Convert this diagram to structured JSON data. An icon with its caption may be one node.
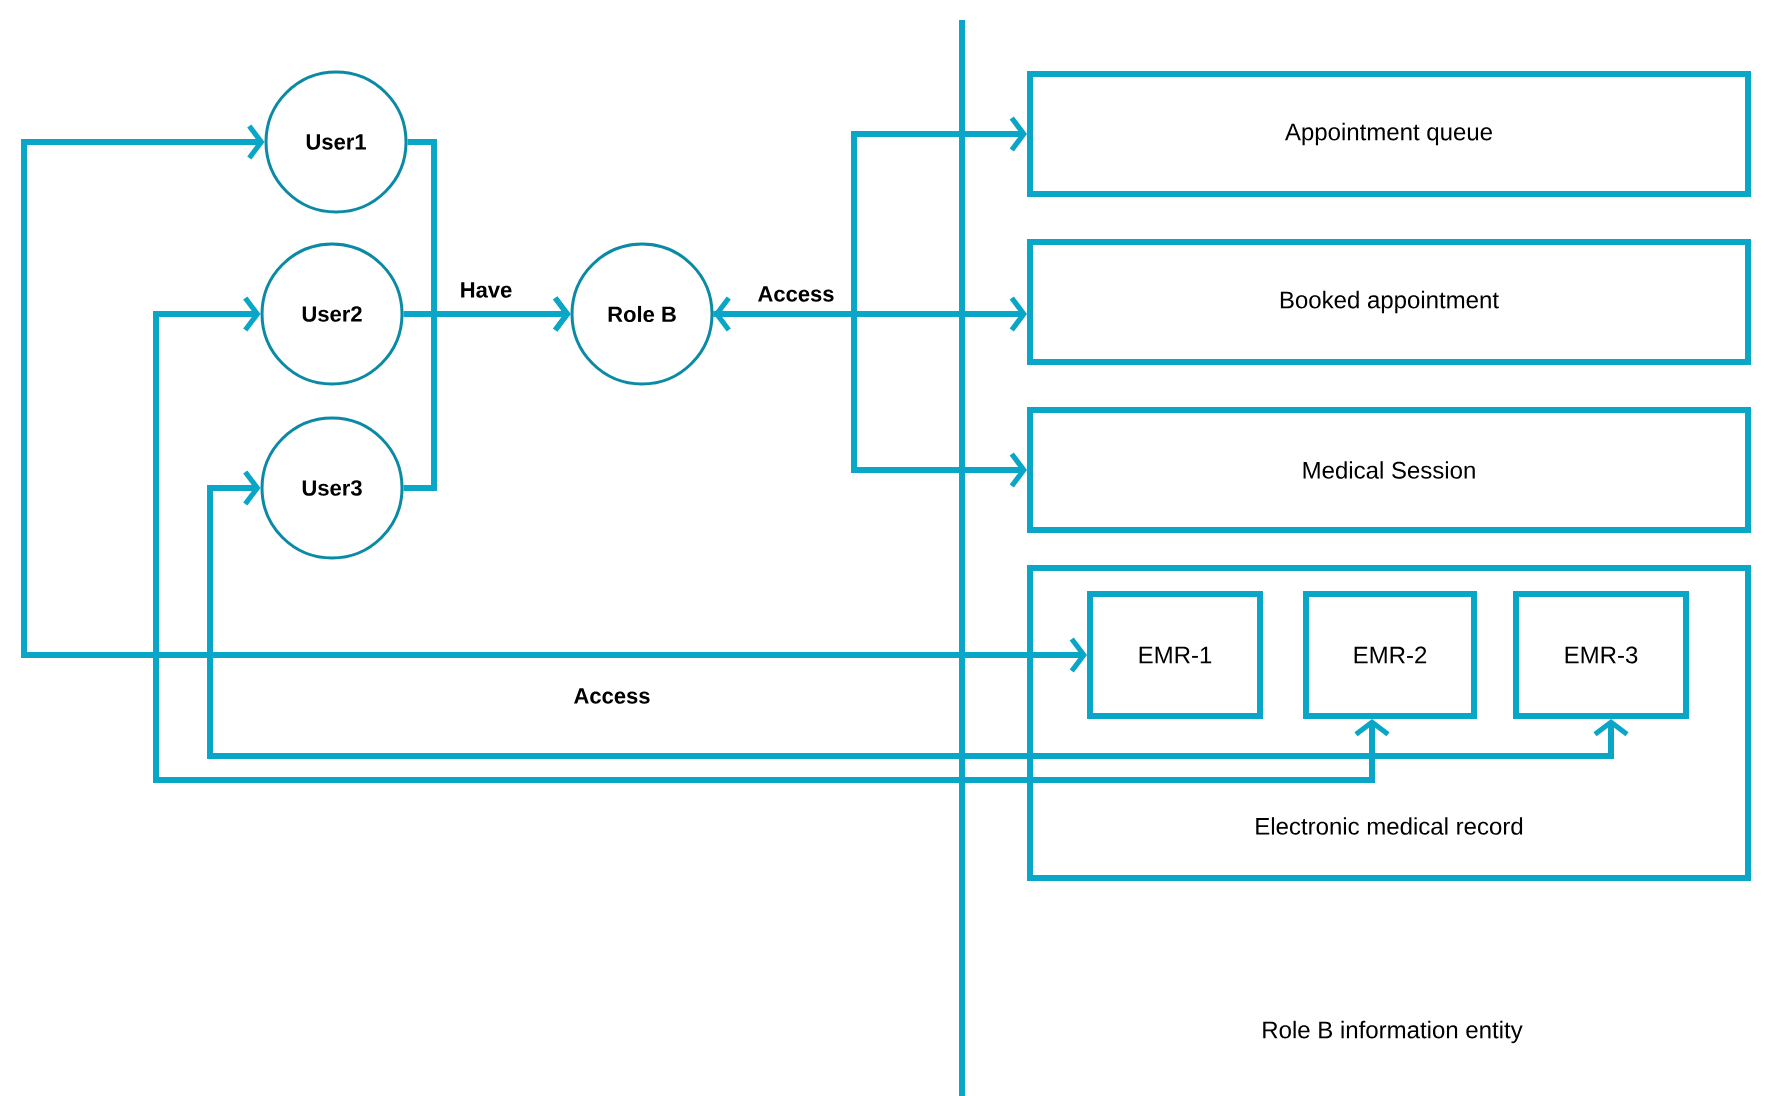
{
  "diagram": {
    "nodes": [
      {
        "text": [
          "Role B information entity"
        ]
      },
      {
        "text": [
          "User1"
        ]
      },
      {
        "text": [
          "User2"
        ]
      },
      {
        "text": [
          "User3"
        ]
      },
      {
        "text": [
          "Role B"
        ]
      },
      {
        "text": [
          "Appointment queue"
        ]
      },
      {
        "text": [
          "Booked appointment"
        ]
      },
      {
        "text": [
          "Medical Session"
        ]
      },
      {
        "text": [
          "Electronic medical record"
        ]
      },
      {
        "text": [
          "EMR-1"
        ],
        "in": 8
      },
      {
        "text": [
          "EMR-2"
        ],
        "in": 8
      },
      {
        "text": [
          "EMR-3"
        ],
        "in": 8
      }
    ],
    "edges": [
      {
        "from": 1,
        "to": 4,
        "arrow": "to"
      },
      {
        "from": 2,
        "to": 4,
        "arrow": "to",
        "label": "Have"
      },
      {
        "from": 3,
        "to": 4,
        "arrow": "to"
      },
      {
        "from": 4,
        "to": 5,
        "arrow": "to"
      },
      {
        "from": 4,
        "to": 6,
        "arrow": "both",
        "label": "Access"
      },
      {
        "from": 4,
        "to": 7,
        "arrow": "to"
      },
      {
        "from": 1,
        "to": 9,
        "arrow": "both",
        "label": "Access"
      },
      {
        "from": 2,
        "to": 10,
        "arrow": "both"
      },
      {
        "from": 3,
        "to": 11,
        "arrow": "both"
      }
    ]
  }
}
